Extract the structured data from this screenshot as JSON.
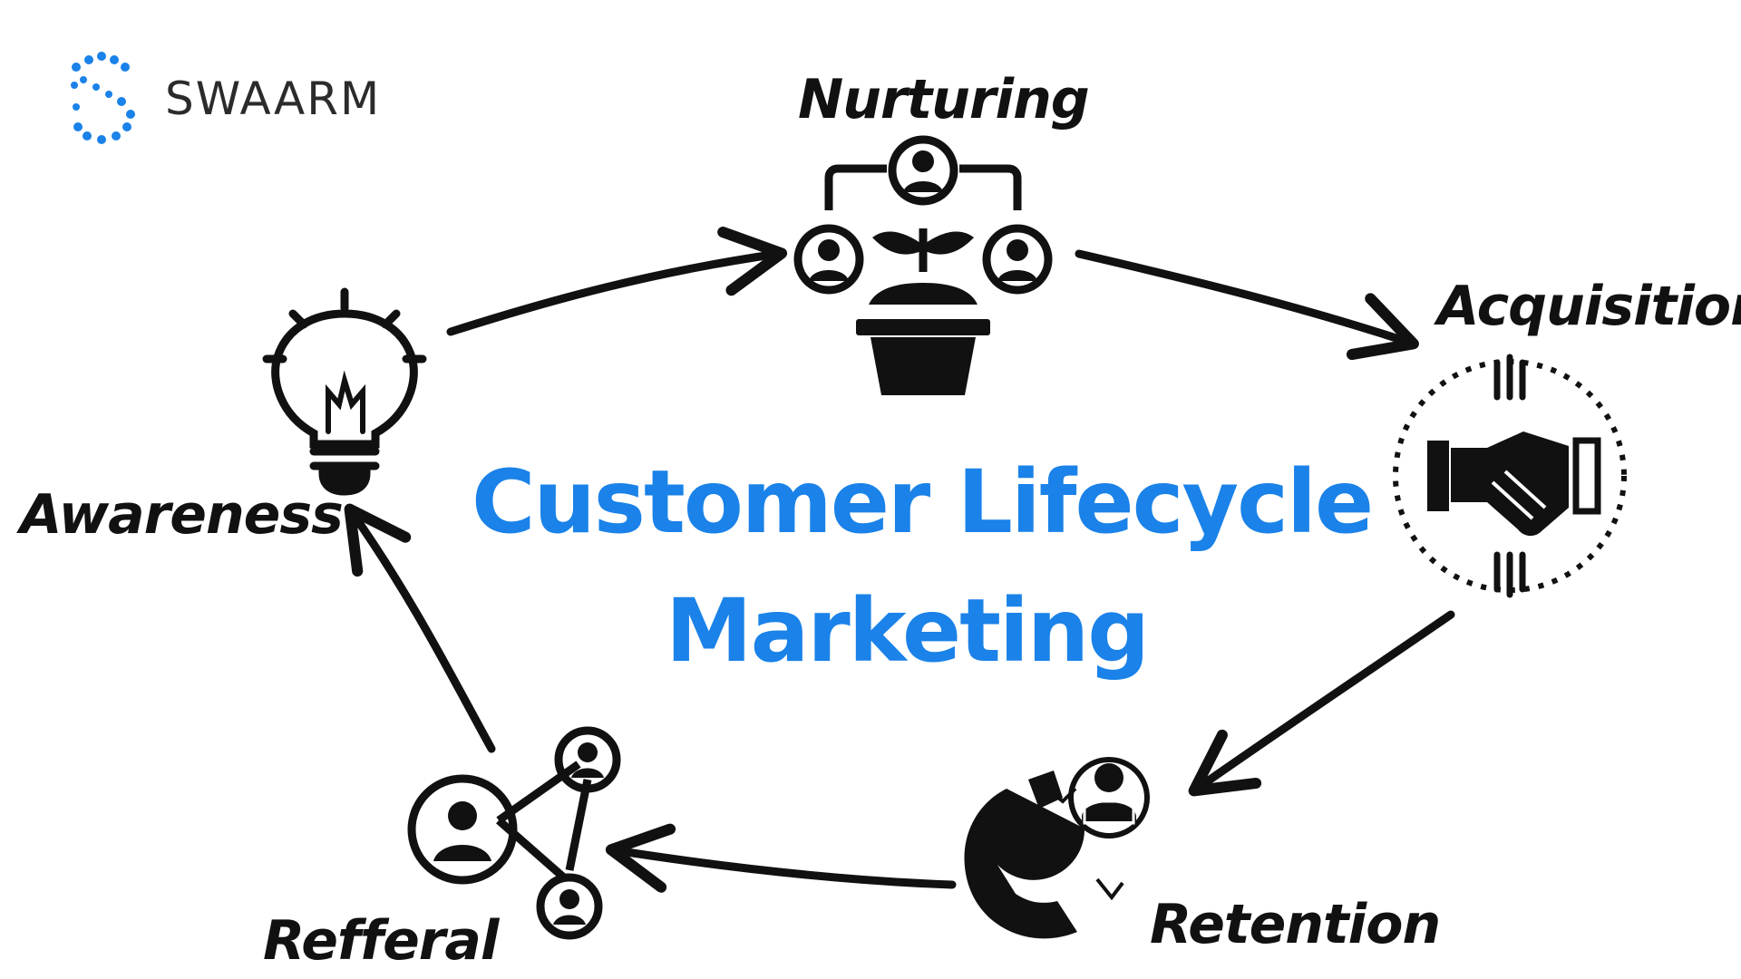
{
  "brand": {
    "name": "SWAARM",
    "color": "#1a82e8"
  },
  "title": {
    "line1": "Customer Lifecycle",
    "line2": "Marketing",
    "color": "#1a82e8"
  },
  "stages": [
    {
      "label": "Nurturing",
      "icon": "plant-people-icon"
    },
    {
      "label": "Acquisition",
      "icon": "handshake-icon"
    },
    {
      "label": "Retention",
      "icon": "magnet-icon"
    },
    {
      "label": "Refferal",
      "icon": "network-people-icon"
    },
    {
      "label": "Awareness",
      "icon": "lightbulb-icon"
    }
  ]
}
